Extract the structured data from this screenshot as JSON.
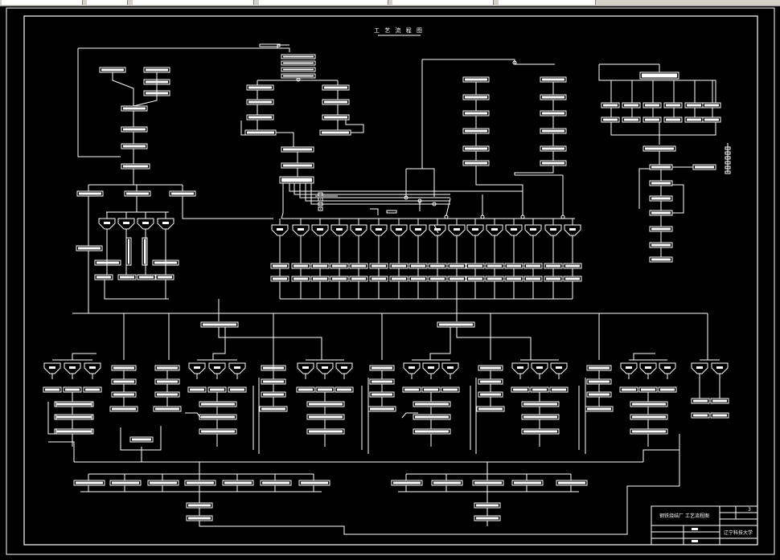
{
  "drawing": {
    "title": "工 艺 流 程 图",
    "title_block": {
      "project_name": "钢铁烧结厂",
      "drawing_name": "工艺流程图",
      "sheet_number": "3",
      "institution": "辽宁科技大学"
    }
  },
  "colors": {
    "background": "#000000",
    "line": "#ffffff",
    "toolbar": "#d4d0c8"
  }
}
